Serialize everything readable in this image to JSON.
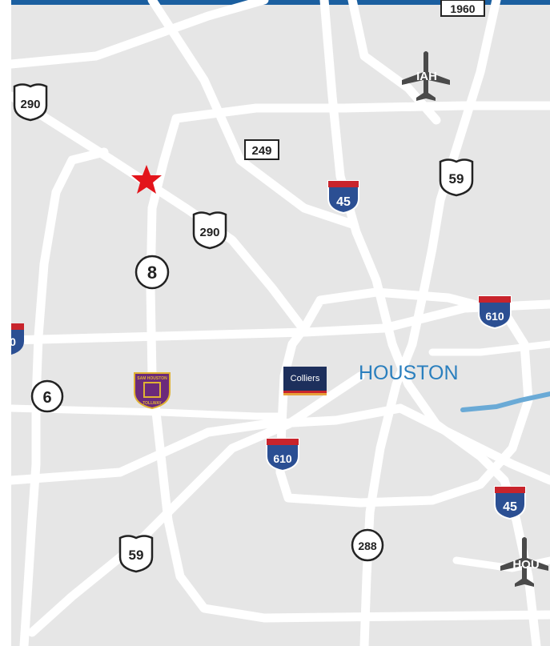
{
  "map": {
    "city_label": "HOUSTON",
    "colors": {
      "background": "#e6e6e6",
      "road": "#ffffff",
      "water": "#6aaad6",
      "interstate_blue": "#2b4f93",
      "interstate_red": "#c8242c",
      "city_label": "#2a7fbe",
      "star": "#e3141b",
      "airplane": "#4a4a4a",
      "top_bar": "#1b5fa0"
    },
    "shields": {
      "us_290_west": "290",
      "us_290": "290",
      "fm_1960": "1960",
      "sh_249": "249",
      "i_45_north": "45",
      "us_59_north": "59",
      "beltway_8": "8",
      "i_610_ne": "610",
      "i_610_west_cut": "0",
      "sh_6": "6",
      "i_610_south": "610",
      "i_45_south": "45",
      "sh_288": "288",
      "us_59_south": "59"
    },
    "airports": {
      "iah": "IAH",
      "hou": "HOU"
    },
    "tollway_badge": {
      "top_text": "SAM HOUSTON",
      "bottom_text": "TOLLWAY",
      "icon": "tollway-badge-icon"
    },
    "colliers_logo": {
      "text": "Colliers",
      "icon": "colliers-logo-icon"
    },
    "property_marker": {
      "icon": "star-icon"
    }
  }
}
